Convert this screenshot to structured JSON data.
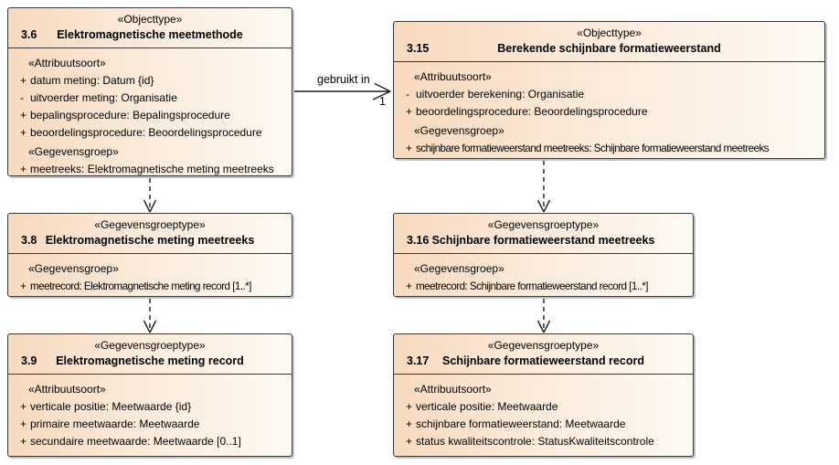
{
  "diagram": {
    "type": "uml-class-diagram",
    "language": "nl",
    "colors": {
      "box_fill_left": "#f7d9be",
      "box_fill_right": "#fdfaf4",
      "border": "#383838",
      "line": "#1e1e1e",
      "shadow": "#c2c2c2",
      "background": "#ffffff"
    }
  },
  "connectors": {
    "gebruikt_in": {
      "label": "gebruikt in",
      "multiplicity": "1"
    }
  },
  "boxes": [
    {
      "stereotype": "«Objecttype»",
      "number": "3.6",
      "title": "Elektromagnetische meetmethode",
      "sections": [
        {
          "header": "«Attribuutsoort»",
          "items": [
            {
              "prefix": "+",
              "text": "datum meting: Datum {id}"
            },
            {
              "prefix": "-",
              "text": "uitvoerder meting: Organisatie"
            },
            {
              "prefix": "+",
              "text": "bepalingsprocedure: Bepalingsprocedure"
            },
            {
              "prefix": "+",
              "text": "beoordelingsprocedure: Beoordelingsprocedure"
            }
          ]
        },
        {
          "header": "«Gegevensgroep»",
          "items": [
            {
              "prefix": "+",
              "text": "meetreeks: Elektromagnetische meting meetreeks"
            }
          ]
        }
      ]
    },
    {
      "stereotype": "«Objecttype»",
      "number": "3.15",
      "title": "Berekende schijnbare formatieweerstand",
      "sections": [
        {
          "header": "«Attribuutsoort»",
          "items": [
            {
              "prefix": "-",
              "text": "uitvoerder berekening: Organisatie"
            },
            {
              "prefix": "+",
              "text": "beoordelingsprocedure: Beoordelingsprocedure"
            }
          ]
        },
        {
          "header": "«Gegevensgroep»",
          "items": [
            {
              "prefix": "+",
              "text": "schijnbare formatieweerstand meetreeks: Schijnbare formatieweerstand meetreeks"
            }
          ]
        }
      ]
    },
    {
      "stereotype": "«Gegevensgroeptype»",
      "number": "3.8",
      "title": "Elektromagnetische meting meetreeks",
      "sections": [
        {
          "header": "«Gegevensgroep»",
          "items": [
            {
              "prefix": "+",
              "text": "meetrecord: Elektromagnetische meting record [1..*]"
            }
          ]
        }
      ]
    },
    {
      "stereotype": "«Gegevensgroeptype»",
      "number": "3.16",
      "title": "Schijnbare formatieweerstand meetreeks",
      "sections": [
        {
          "header": "«Gegevensgroep»",
          "items": [
            {
              "prefix": "+",
              "text": "meetrecord: Schijnbare formatieweerstand record [1..*]"
            }
          ]
        }
      ]
    },
    {
      "stereotype": "«Gegevensgroeptype»",
      "number": "3.9",
      "title": "Elektromagnetische meting record",
      "sections": [
        {
          "header": "«Attribuutsoort»",
          "items": [
            {
              "prefix": "+",
              "text": "verticale positie: Meetwaarde {id}"
            },
            {
              "prefix": "+",
              "text": "primaire meetwaarde: Meetwaarde"
            },
            {
              "prefix": "+",
              "text": "secundaire meetwaarde: Meetwaarde [0..1]"
            }
          ]
        }
      ]
    },
    {
      "stereotype": "«Gegevensgroeptype»",
      "number": "3.17",
      "title": "Schijnbare formatieweerstand record",
      "sections": [
        {
          "header": "«Attribuutsoort»",
          "items": [
            {
              "prefix": "+",
              "text": "verticale positie: Meetwaarde"
            },
            {
              "prefix": "+",
              "text": "schijnbare formatieweerstand: Meetwaarde"
            },
            {
              "prefix": "+",
              "text": "status kwaliteitscontrole: StatusKwaliteitscontrole"
            }
          ]
        }
      ]
    }
  ]
}
